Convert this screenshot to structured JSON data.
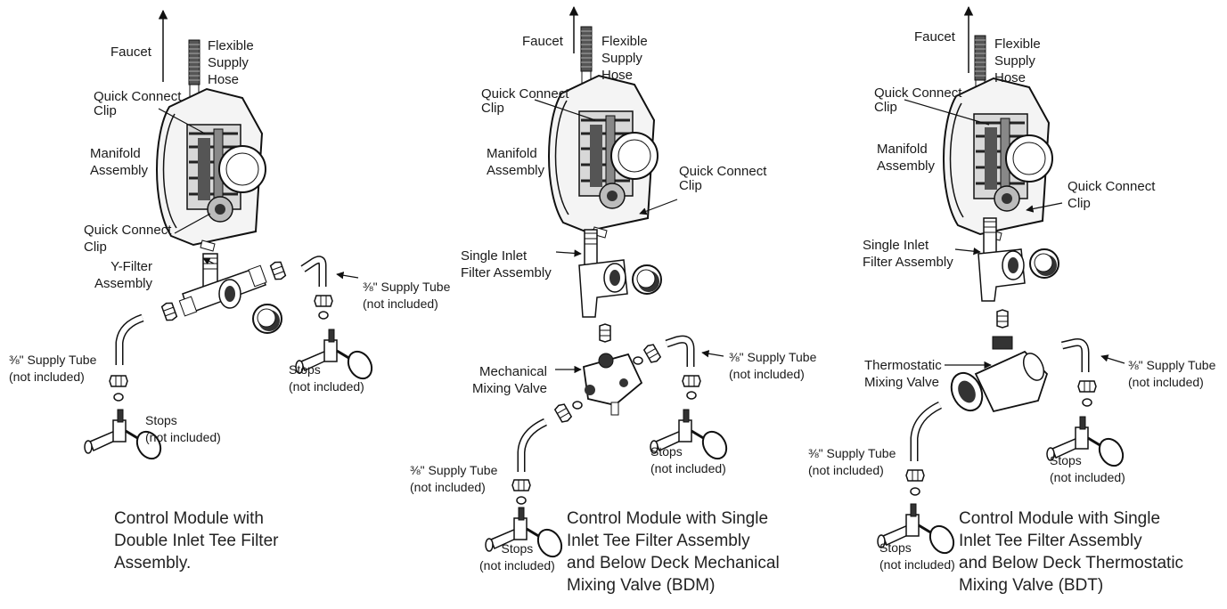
{
  "panels": [
    {
      "id": "double-inlet",
      "labels": {
        "faucet": "Faucet",
        "hose": [
          "Flexible",
          "Supply",
          "Hose"
        ],
        "clip_top": [
          "Quick Connect",
          "Clip"
        ],
        "manifold": [
          "Manifold",
          "Assembly"
        ],
        "clip_bottom": [
          "Quick Connect",
          "Clip"
        ],
        "filter": [
          "Y-Filter",
          "Assembly"
        ],
        "tube_right": [
          "⅜\" Supply Tube",
          "(not included)"
        ],
        "stops_right": [
          "Stops",
          "(not included)"
        ],
        "tube_left": [
          "⅜\" Supply Tube",
          "(not included)"
        ],
        "stops_left": [
          "Stops",
          "(not included)"
        ]
      },
      "caption": [
        "Control Module with",
        "Double Inlet Tee Filter",
        "Assembly."
      ]
    },
    {
      "id": "bdm",
      "labels": {
        "faucet": "Faucet",
        "hose": [
          "Flexible",
          "Supply",
          "Hose"
        ],
        "clip_top": [
          "Quick Connect",
          "Clip"
        ],
        "manifold": [
          "Manifold",
          "Assembly"
        ],
        "clip_bottom": [
          "Quick Connect",
          "Clip"
        ],
        "filter": [
          "Single Inlet",
          "Filter Assembly"
        ],
        "valve": [
          "Mechanical",
          "Mixing Valve"
        ],
        "tube_right": [
          "⅜\" Supply Tube",
          "(not included)"
        ],
        "stops_right": [
          "Stops",
          "(not included)"
        ],
        "tube_left": [
          "⅜\" Supply Tube",
          "(not included)"
        ],
        "stops_left": [
          "Stops",
          "(not included)"
        ]
      },
      "caption": [
        "Control Module with Single",
        "Inlet Tee Filter Assembly",
        "and Below Deck Mechanical",
        "Mixing Valve (BDM)"
      ]
    },
    {
      "id": "bdt",
      "labels": {
        "faucet": "Faucet",
        "hose": [
          "Flexible",
          "Supply",
          "Hose"
        ],
        "clip_top": [
          "Quick Connect",
          "Clip"
        ],
        "manifold": [
          "Manifold",
          "Assembly"
        ],
        "clip_bottom": [
          "Quick Connect",
          "Clip"
        ],
        "filter": [
          "Single Inlet",
          "Filter Assembly"
        ],
        "valve": [
          "Thermostatic",
          "Mixing Valve"
        ],
        "tube_right": [
          "⅜\" Supply Tube",
          "(not included)"
        ],
        "stops_right": [
          "Stops",
          "(not included)"
        ],
        "tube_left": [
          "⅜\" Supply Tube",
          "(not included)"
        ],
        "stops_left": [
          "Stops",
          "(not included)"
        ]
      },
      "caption": [
        "Control Module with Single",
        "Inlet Tee Filter Assembly",
        "and Below Deck Thermostatic",
        "Mixing Valve (BDT)"
      ]
    }
  ]
}
